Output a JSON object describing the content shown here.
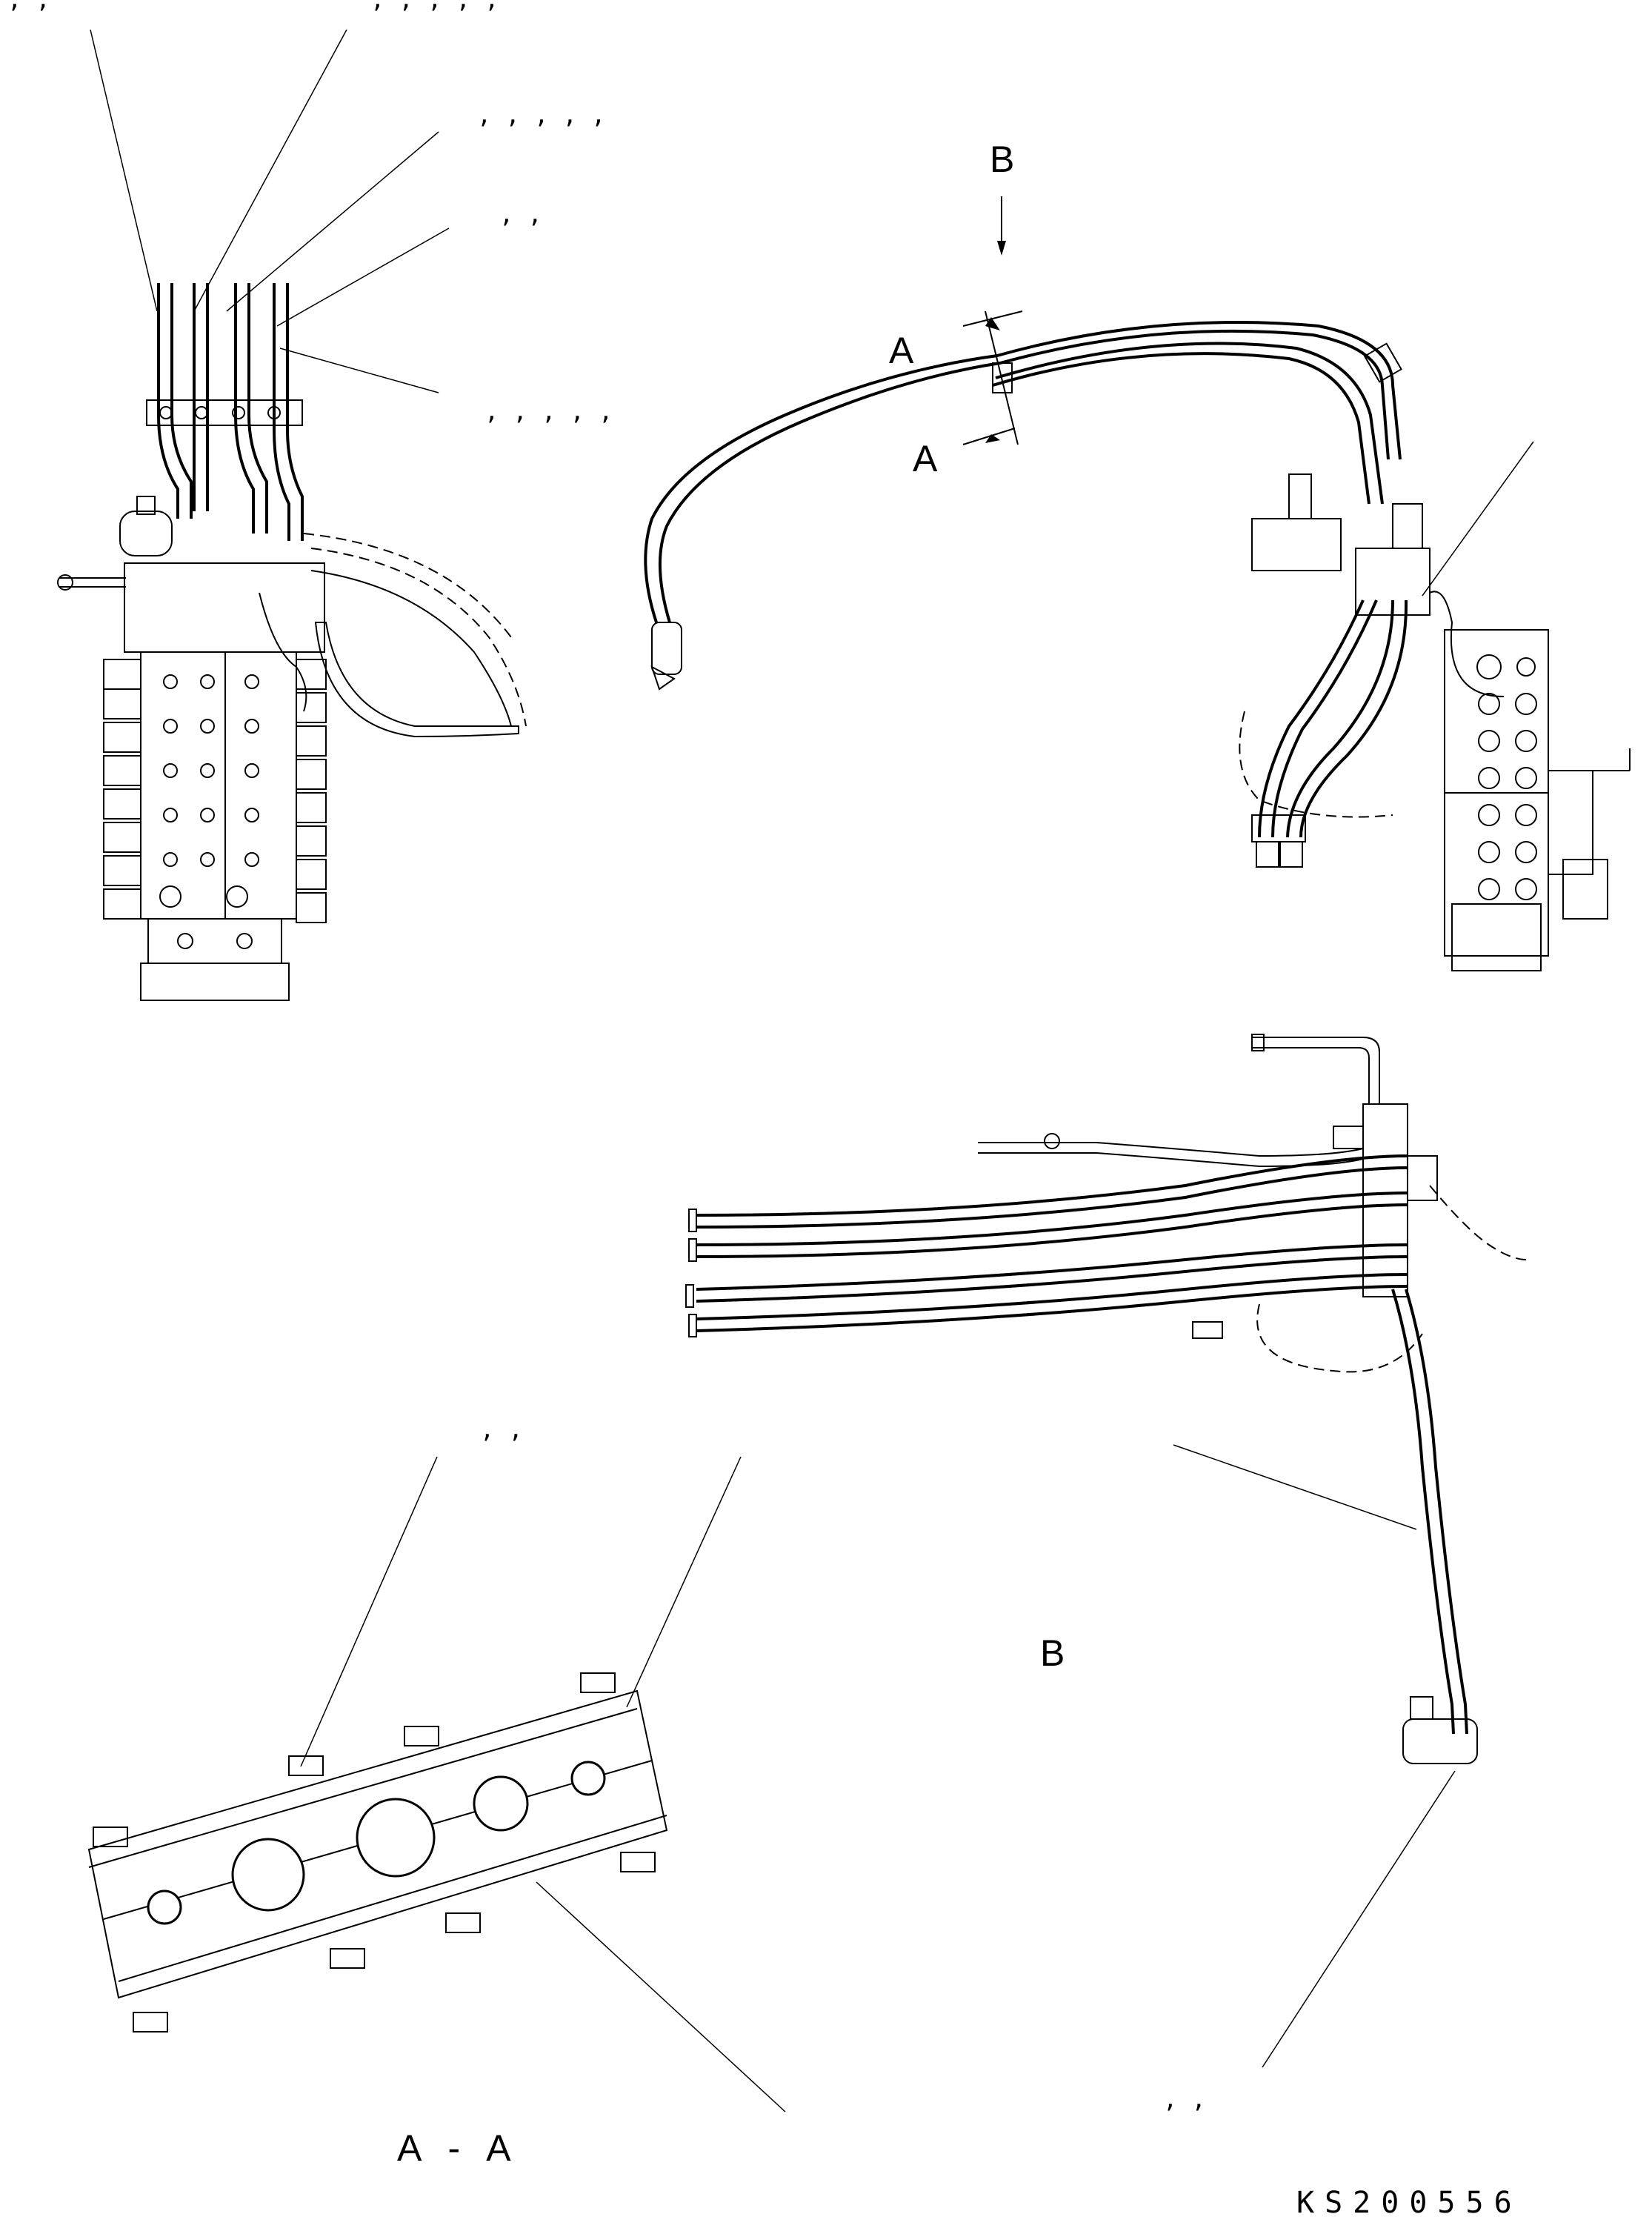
{
  "drawing": {
    "reference_code": "KS200556",
    "view_labels": {
      "section_a_top": "A",
      "section_a_bottom": "A",
      "view_b_arrow": "B",
      "view_b_title": "B",
      "section_title": "A - A"
    },
    "callouts": [
      ", ,",
      ", , , , ,",
      ", , , , ,",
      ", ,",
      ", , , , ,",
      ", ,",
      ", ,"
    ]
  }
}
